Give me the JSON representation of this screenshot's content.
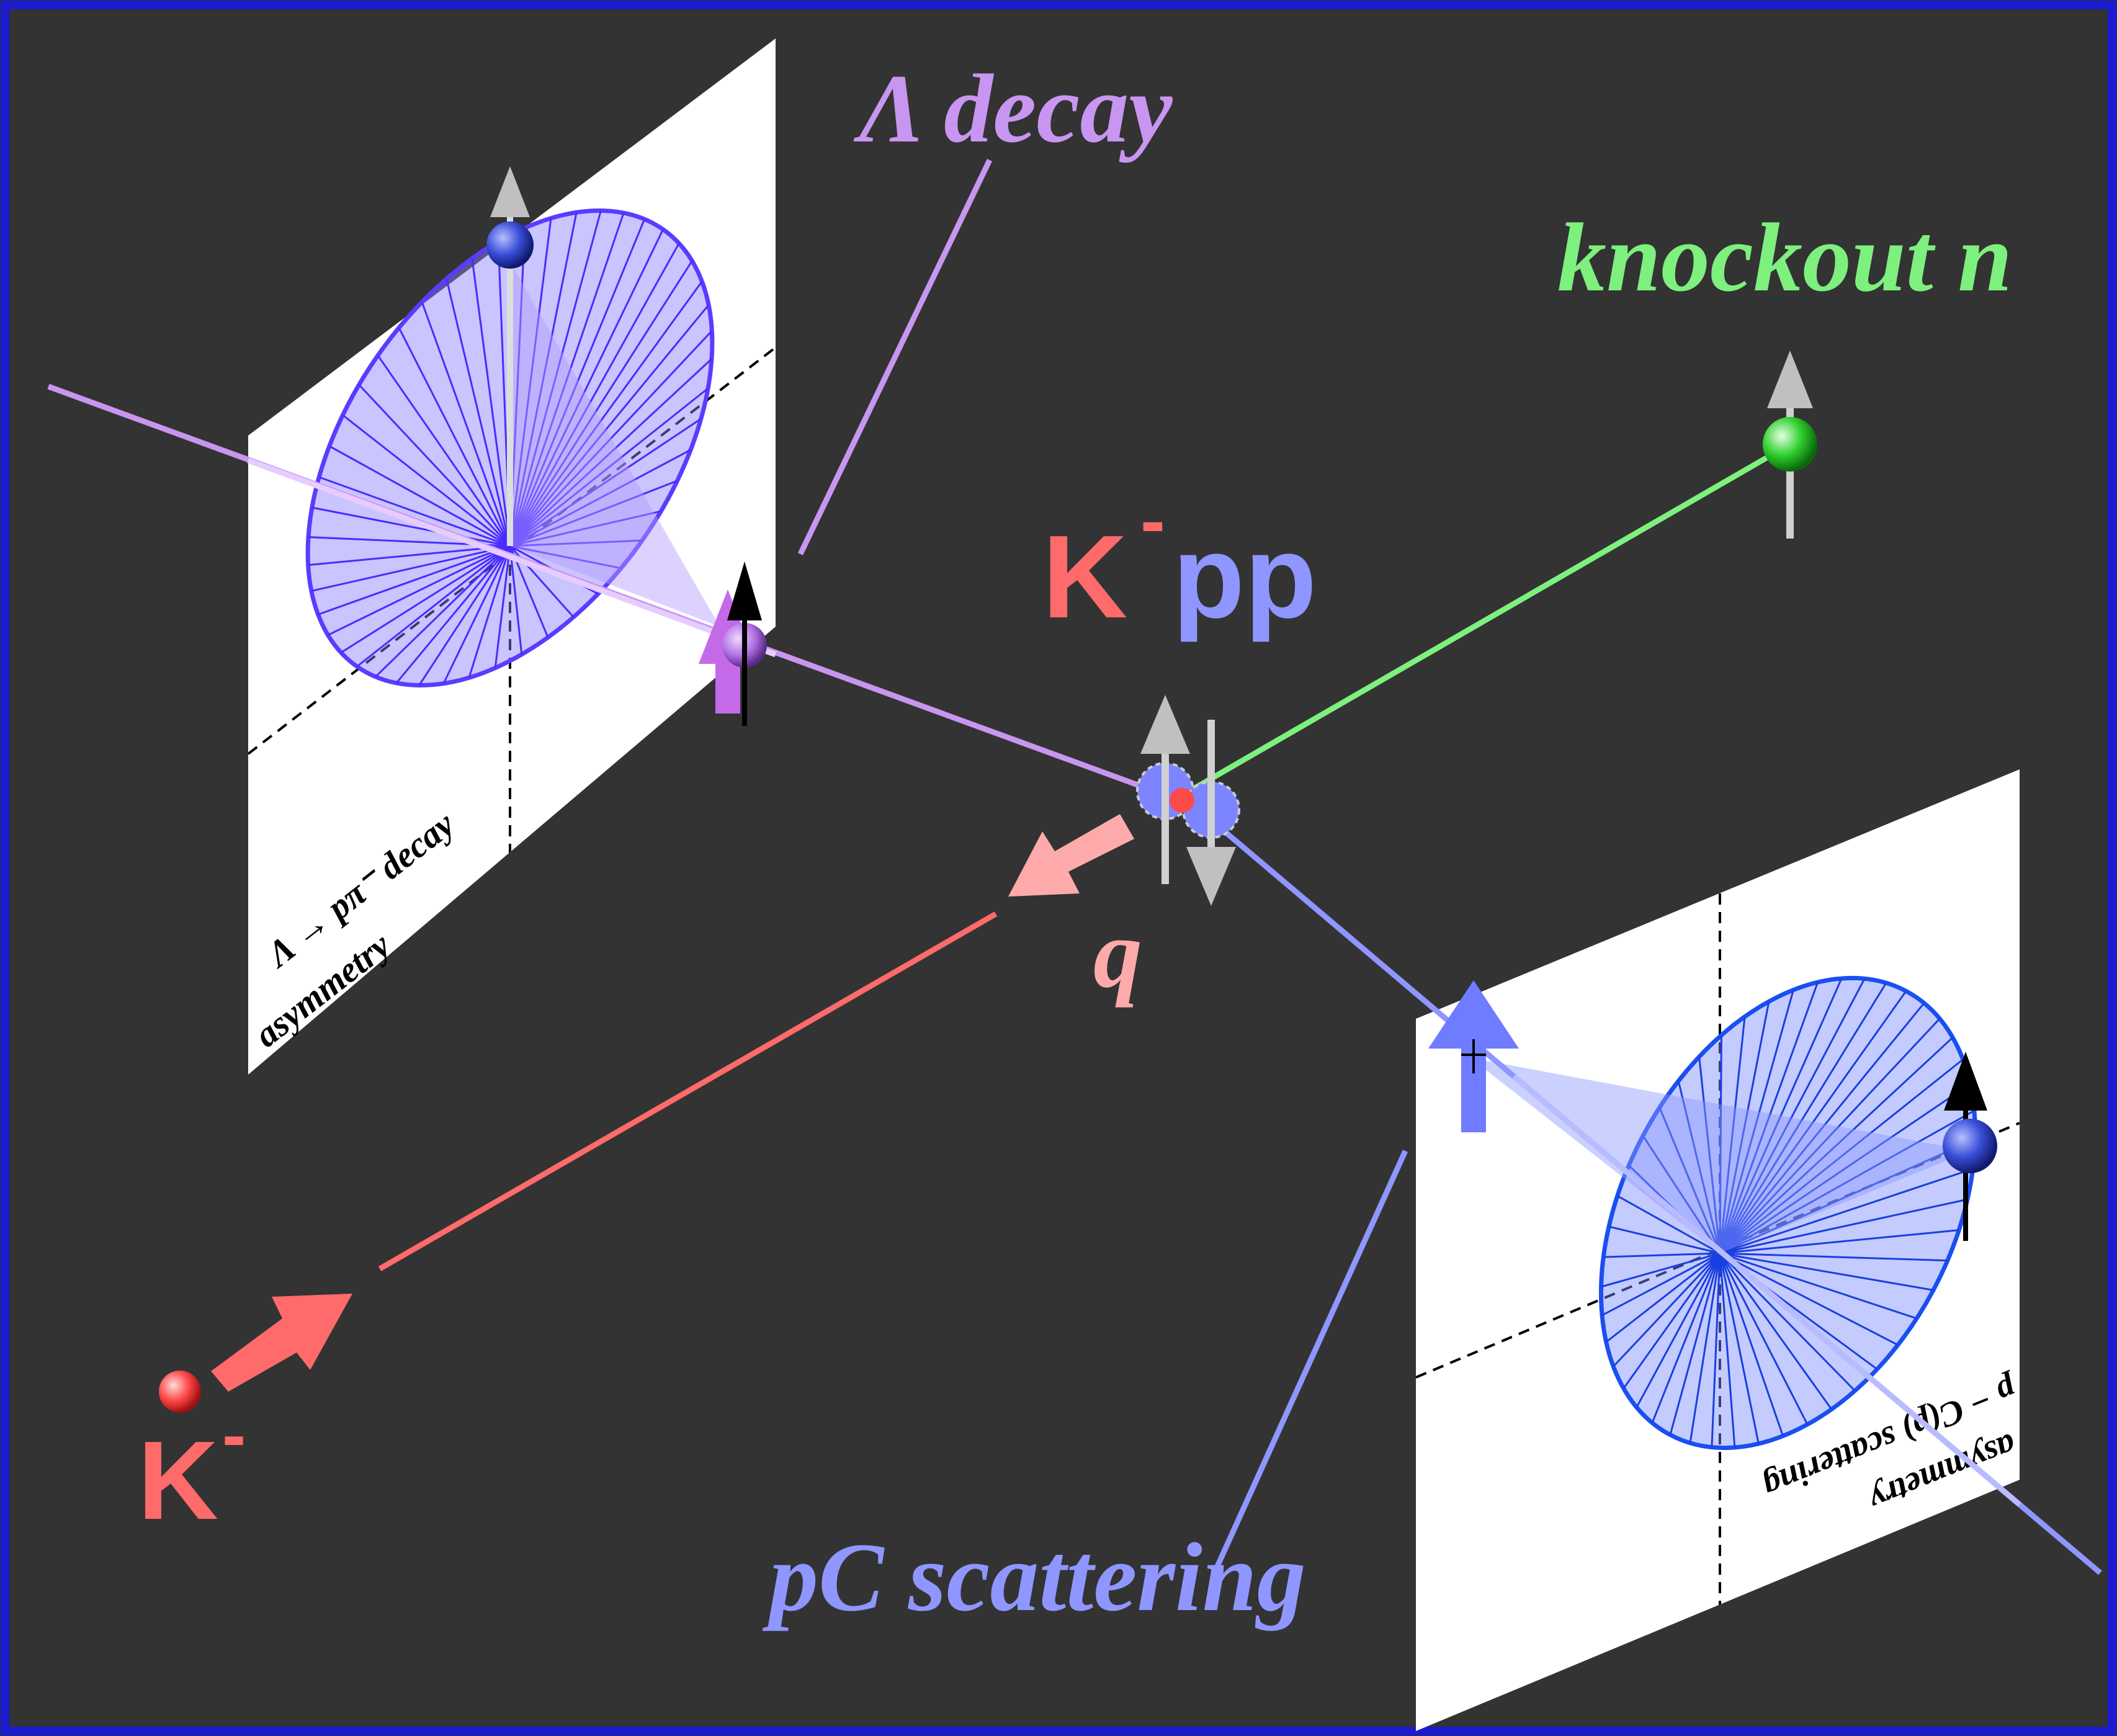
{
  "labels": {
    "lambda_decay": "Λ decay",
    "knockout": "knockout n",
    "kpp_k": "K",
    "kpp_minus": "-",
    "kpp_pp": "pp",
    "q": "q",
    "kminus_k": "K",
    "kminus_minus": "-",
    "pc_scattering": "pC scattering",
    "left_panel_line1": "Λ → pπ⁻ decay",
    "left_panel_line2": "asymmetry",
    "right_panel_line1": "p − C(p) scattering",
    "right_panel_line2": "asymmetry"
  },
  "colors": {
    "background": "#333333",
    "frame": "#1a1ad0",
    "lambda": "#c896f0",
    "knockout": "#7ef07e",
    "k_minus": "#ff6a6a",
    "q": "#ffaaaa",
    "proton": "#8f96ff",
    "cone_left": "#7a5cff",
    "cone_right": "#3a64ff",
    "spin_arrow": "#c8c8c8"
  }
}
